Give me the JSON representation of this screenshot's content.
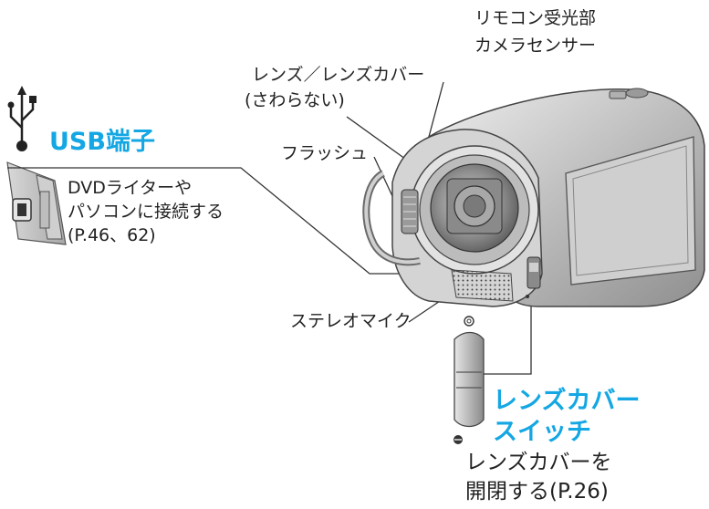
{
  "usb": {
    "icon": "usb-icon",
    "title": "USB端子",
    "description_lines": [
      "DVDライターや",
      "パソコンに接続する",
      "(P.46、62)"
    ]
  },
  "labels": {
    "remote_sensor_line1": "リモコン受光部",
    "remote_sensor_line2": "カメラセンサー",
    "lens_line1": "レンズ／レンズカバー",
    "lens_line2": "(さわらない)",
    "flash": "フラッシュ",
    "stereo_mic": "ステレオマイク"
  },
  "lens_cover_switch": {
    "title_line1": "レンズカバー",
    "title_line2": "スイッチ",
    "description_line1": "レンズカバーを",
    "description_line2": "開閉する(P.26)",
    "open_icon": "open-circle-icon",
    "closed_icon": "closed-circle-icon"
  },
  "colors": {
    "accent": "#14a7e3",
    "text": "#222222",
    "line": "#333333"
  }
}
